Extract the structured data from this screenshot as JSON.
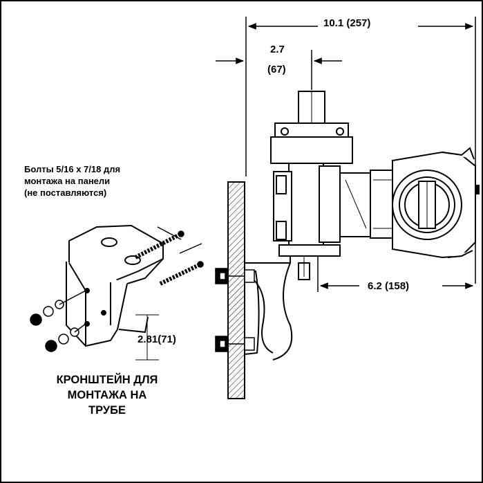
{
  "dimensions": {
    "overall_width": "10.1 (257)",
    "offset_top": "2.7",
    "offset_top_mm": "(67)",
    "housing_depth": "6.2 (158)",
    "bracket_height": "2.81(71)"
  },
  "bolts_note": {
    "line1": "Болты 5/16 x 7/18 для",
    "line2": "монтажа на панели",
    "line3": "(не поставляются)"
  },
  "bracket_caption": {
    "line1": "КРОНШТЕЙН ДЛЯ",
    "line2": "МОНТАЖА НА",
    "line3": "ТРУБЕ"
  }
}
